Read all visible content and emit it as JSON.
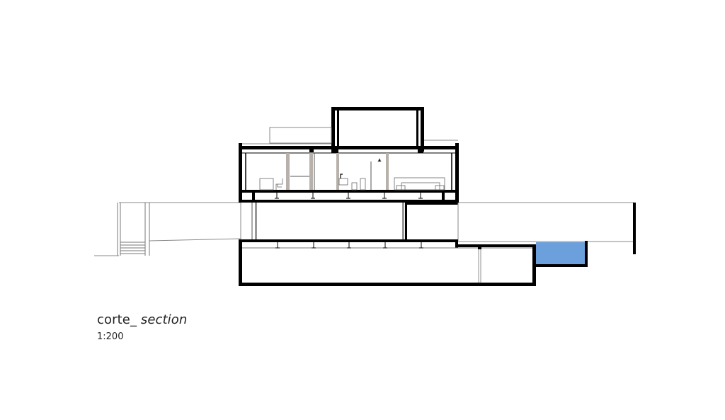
{
  "drawing": {
    "type": "architectural-section",
    "pool_color": "#6CA0DC",
    "wall_color": "#000000",
    "partition_color": "#b8b0aa",
    "thin_line_color": "#888888"
  },
  "caption": {
    "title_prefix": "corte_ ",
    "title_italic": "section",
    "scale": "1:200"
  }
}
